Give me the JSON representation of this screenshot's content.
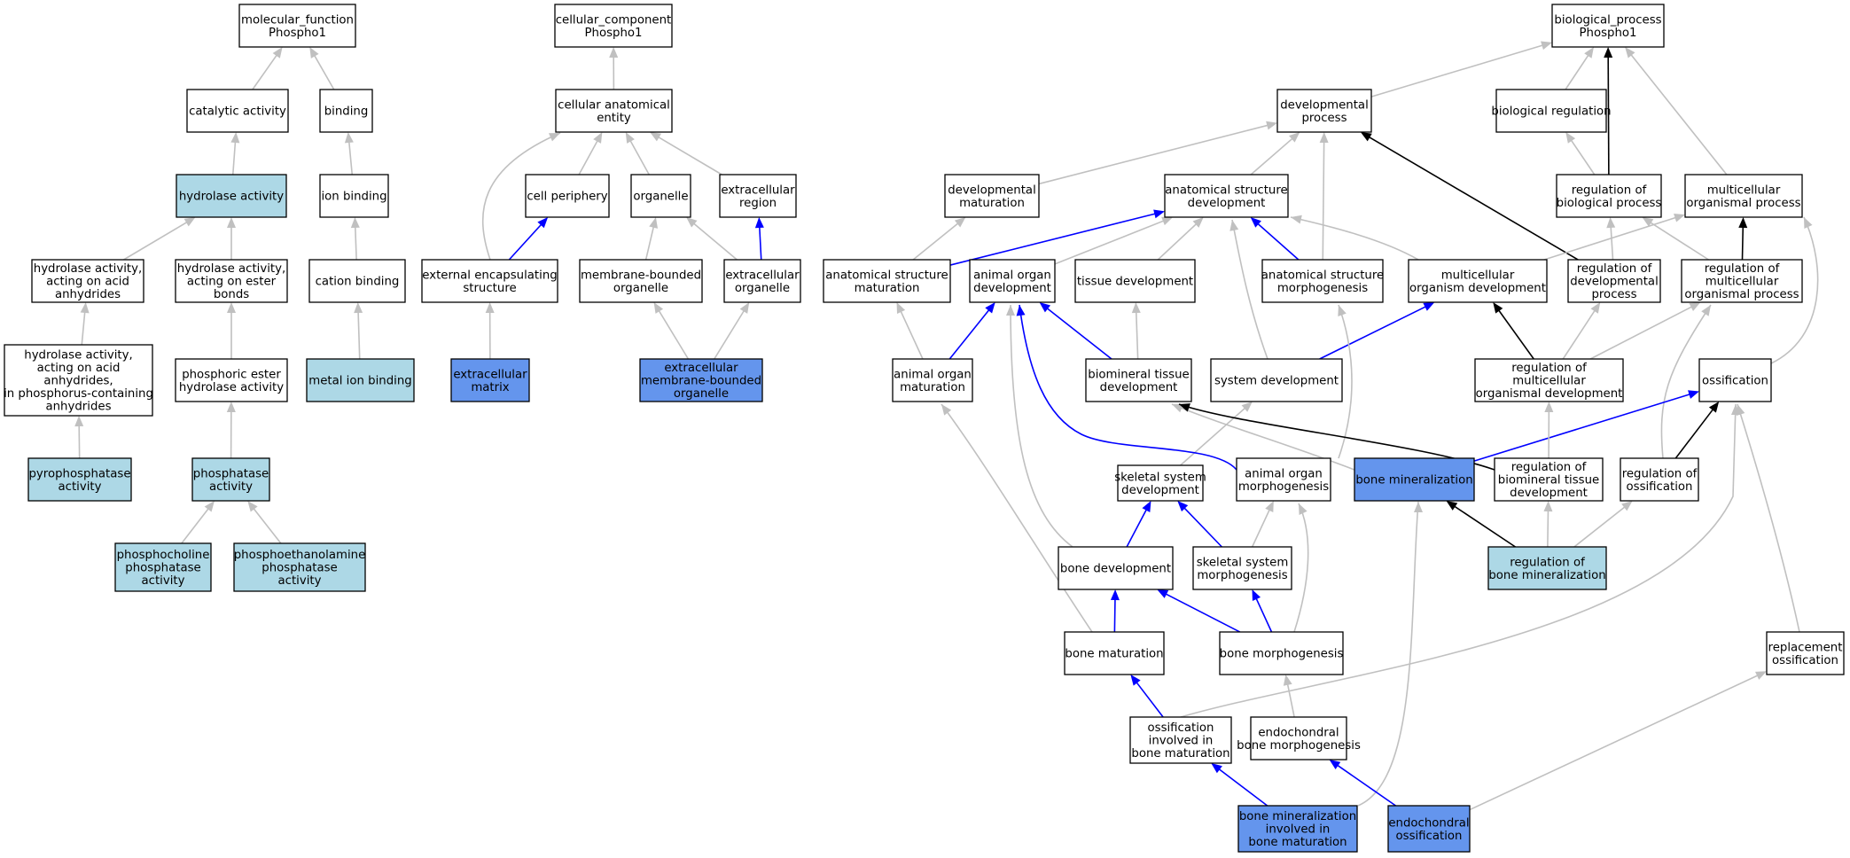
{
  "colors": {
    "plain": "#ffffff",
    "annotated": "#add8e6",
    "target": "#6495ed",
    "is_a": "#c0c0c0",
    "part_of": "#0000ff",
    "regulates": "#000000"
  },
  "nodes": [
    {
      "id": "mf",
      "lines": [
        "molecular_function",
        "Phospho1"
      ],
      "style": "plain"
    },
    {
      "id": "cat",
      "lines": [
        "catalytic activity"
      ],
      "style": "plain"
    },
    {
      "id": "bind",
      "lines": [
        "binding"
      ],
      "style": "plain"
    },
    {
      "id": "hyd",
      "lines": [
        "hydrolase activity"
      ],
      "style": "annotated"
    },
    {
      "id": "ionb",
      "lines": [
        "ion binding"
      ],
      "style": "plain"
    },
    {
      "id": "hydaa",
      "lines": [
        "hydrolase activity,",
        "acting on acid",
        "anhydrides"
      ],
      "style": "plain"
    },
    {
      "id": "hydeb",
      "lines": [
        "hydrolase activity,",
        "acting on ester",
        "bonds"
      ],
      "style": "plain"
    },
    {
      "id": "catb",
      "lines": [
        "cation binding"
      ],
      "style": "plain"
    },
    {
      "id": "hydpca",
      "lines": [
        "hydrolase activity,",
        "acting on acid",
        "anhydrides,",
        "in phosphorus-containing",
        "anhydrides"
      ],
      "style": "plain"
    },
    {
      "id": "phe",
      "lines": [
        "phosphoric ester",
        "hydrolase activity"
      ],
      "style": "plain"
    },
    {
      "id": "metb",
      "lines": [
        "metal ion binding"
      ],
      "style": "annotated"
    },
    {
      "id": "pyro",
      "lines": [
        "pyrophosphatase",
        "activity"
      ],
      "style": "annotated"
    },
    {
      "id": "phos",
      "lines": [
        "phosphatase",
        "activity"
      ],
      "style": "annotated"
    },
    {
      "id": "pcho",
      "lines": [
        "phosphocholine",
        "phosphatase",
        "activity"
      ],
      "style": "annotated"
    },
    {
      "id": "peth",
      "lines": [
        "phosphoethanolamine",
        "phosphatase",
        "activity"
      ],
      "style": "annotated"
    },
    {
      "id": "cc",
      "lines": [
        "cellular_component",
        "Phospho1"
      ],
      "style": "plain"
    },
    {
      "id": "cae",
      "lines": [
        "cellular anatomical",
        "entity"
      ],
      "style": "plain"
    },
    {
      "id": "cper",
      "lines": [
        "cell periphery"
      ],
      "style": "plain"
    },
    {
      "id": "org",
      "lines": [
        "organelle"
      ],
      "style": "plain"
    },
    {
      "id": "exreg",
      "lines": [
        "extracellular",
        "region"
      ],
      "style": "plain"
    },
    {
      "id": "ees",
      "lines": [
        "external encapsulating",
        "structure"
      ],
      "style": "plain"
    },
    {
      "id": "mbo",
      "lines": [
        "membrane-bounded",
        "organelle"
      ],
      "style": "plain"
    },
    {
      "id": "exorg",
      "lines": [
        "extracellular",
        "organelle"
      ],
      "style": "plain"
    },
    {
      "id": "ecm",
      "lines": [
        "extracellular",
        "matrix"
      ],
      "style": "target"
    },
    {
      "id": "embo",
      "lines": [
        "extracellular",
        "membrane-bounded",
        "organelle"
      ],
      "style": "target"
    },
    {
      "id": "bp",
      "lines": [
        "biological_process",
        "Phospho1"
      ],
      "style": "plain"
    },
    {
      "id": "devp",
      "lines": [
        "developmental",
        "process"
      ],
      "style": "plain"
    },
    {
      "id": "breg",
      "lines": [
        "biological regulation"
      ],
      "style": "plain"
    },
    {
      "id": "devmat",
      "lines": [
        "developmental",
        "maturation"
      ],
      "style": "plain"
    },
    {
      "id": "asd",
      "lines": [
        "anatomical structure",
        "development"
      ],
      "style": "plain"
    },
    {
      "id": "rbp",
      "lines": [
        "regulation of",
        "biological process"
      ],
      "style": "plain"
    },
    {
      "id": "mop",
      "lines": [
        "multicellular",
        "organismal process"
      ],
      "style": "plain"
    },
    {
      "id": "asm",
      "lines": [
        "anatomical structure",
        "maturation"
      ],
      "style": "plain"
    },
    {
      "id": "aod",
      "lines": [
        "animal organ",
        "development"
      ],
      "style": "plain"
    },
    {
      "id": "td",
      "lines": [
        "tissue development"
      ],
      "style": "plain"
    },
    {
      "id": "asmorph",
      "lines": [
        "anatomical structure",
        "morphogenesis"
      ],
      "style": "plain"
    },
    {
      "id": "mod",
      "lines": [
        "multicellular",
        "organism development"
      ],
      "style": "plain"
    },
    {
      "id": "rdp",
      "lines": [
        "regulation of",
        "developmental",
        "process"
      ],
      "style": "plain"
    },
    {
      "id": "rmop",
      "lines": [
        "regulation of",
        "multicellular",
        "organismal process"
      ],
      "style": "plain"
    },
    {
      "id": "aom",
      "lines": [
        "animal organ",
        "maturation"
      ],
      "style": "plain"
    },
    {
      "id": "btd",
      "lines": [
        "biomineral tissue",
        "development"
      ],
      "style": "plain"
    },
    {
      "id": "sd",
      "lines": [
        "system development"
      ],
      "style": "plain"
    },
    {
      "id": "rmod",
      "lines": [
        "regulation of",
        "multicellular",
        "organismal development"
      ],
      "style": "plain"
    },
    {
      "id": "oss",
      "lines": [
        "ossification"
      ],
      "style": "plain"
    },
    {
      "id": "ssd",
      "lines": [
        "skeletal system",
        "development"
      ],
      "style": "plain"
    },
    {
      "id": "aomorph",
      "lines": [
        "animal organ",
        "morphogenesis"
      ],
      "style": "plain"
    },
    {
      "id": "bmin",
      "lines": [
        "bone mineralization"
      ],
      "style": "target"
    },
    {
      "id": "rbtd",
      "lines": [
        "regulation of",
        "biomineral tissue",
        "development"
      ],
      "style": "plain"
    },
    {
      "id": "ross",
      "lines": [
        "regulation of",
        "ossification"
      ],
      "style": "plain"
    },
    {
      "id": "bd",
      "lines": [
        "bone development"
      ],
      "style": "plain"
    },
    {
      "id": "ssm",
      "lines": [
        "skeletal system",
        "morphogenesis"
      ],
      "style": "plain"
    },
    {
      "id": "rbm",
      "lines": [
        "regulation of",
        "bone mineralization"
      ],
      "style": "annotated"
    },
    {
      "id": "bmat",
      "lines": [
        "bone maturation"
      ],
      "style": "plain"
    },
    {
      "id": "bmorph",
      "lines": [
        "bone morphogenesis"
      ],
      "style": "plain"
    },
    {
      "id": "repl",
      "lines": [
        "replacement",
        "ossification"
      ],
      "style": "plain"
    },
    {
      "id": "oibm",
      "lines": [
        "ossification",
        "involved in",
        "bone maturation"
      ],
      "style": "plain"
    },
    {
      "id": "ebm",
      "lines": [
        "endochondral",
        "bone morphogenesis"
      ],
      "style": "plain"
    },
    {
      "id": "bmibm",
      "lines": [
        "bone mineralization",
        "involved in",
        "bone maturation"
      ],
      "style": "target"
    },
    {
      "id": "eo",
      "lines": [
        "endochondral",
        "ossification"
      ],
      "style": "target"
    }
  ],
  "edges": [
    {
      "from": "cat",
      "to": "mf",
      "type": "is_a"
    },
    {
      "from": "bind",
      "to": "mf",
      "type": "is_a"
    },
    {
      "from": "hyd",
      "to": "cat",
      "type": "is_a"
    },
    {
      "from": "ionb",
      "to": "bind",
      "type": "is_a"
    },
    {
      "from": "hydaa",
      "to": "hyd",
      "type": "is_a"
    },
    {
      "from": "hydeb",
      "to": "hyd",
      "type": "is_a"
    },
    {
      "from": "catb",
      "to": "ionb",
      "type": "is_a"
    },
    {
      "from": "hydpca",
      "to": "hydaa",
      "type": "is_a"
    },
    {
      "from": "phe",
      "to": "hydeb",
      "type": "is_a"
    },
    {
      "from": "metb",
      "to": "catb",
      "type": "is_a"
    },
    {
      "from": "pyro",
      "to": "hydpca",
      "type": "is_a"
    },
    {
      "from": "phos",
      "to": "phe",
      "type": "is_a"
    },
    {
      "from": "pcho",
      "to": "phos",
      "type": "is_a"
    },
    {
      "from": "peth",
      "to": "phos",
      "type": "is_a"
    },
    {
      "from": "cae",
      "to": "cc",
      "type": "is_a"
    },
    {
      "from": "cper",
      "to": "cae",
      "type": "is_a"
    },
    {
      "from": "org",
      "to": "cae",
      "type": "is_a"
    },
    {
      "from": "exreg",
      "to": "cae",
      "type": "is_a"
    },
    {
      "from": "ees",
      "to": "cae",
      "type": "is_a"
    },
    {
      "from": "ees",
      "to": "cper",
      "type": "part_of"
    },
    {
      "from": "mbo",
      "to": "org",
      "type": "is_a"
    },
    {
      "from": "exorg",
      "to": "org",
      "type": "is_a"
    },
    {
      "from": "exorg",
      "to": "exreg",
      "type": "part_of"
    },
    {
      "from": "ecm",
      "to": "ees",
      "type": "is_a"
    },
    {
      "from": "embo",
      "to": "mbo",
      "type": "is_a"
    },
    {
      "from": "embo",
      "to": "exorg",
      "type": "is_a"
    },
    {
      "from": "devp",
      "to": "bp",
      "type": "is_a"
    },
    {
      "from": "breg",
      "to": "bp",
      "type": "is_a"
    },
    {
      "from": "rbp",
      "to": "bp",
      "type": "regulates"
    },
    {
      "from": "mop",
      "to": "bp",
      "type": "is_a"
    },
    {
      "from": "devmat",
      "to": "devp",
      "type": "is_a"
    },
    {
      "from": "asd",
      "to": "devp",
      "type": "is_a"
    },
    {
      "from": "asmorph",
      "to": "devp",
      "type": "is_a"
    },
    {
      "from": "rdp",
      "to": "devp",
      "type": "regulates"
    },
    {
      "from": "rbp",
      "to": "breg",
      "type": "is_a"
    },
    {
      "from": "asm",
      "to": "devmat",
      "type": "is_a"
    },
    {
      "from": "asm",
      "to": "asd",
      "type": "part_of"
    },
    {
      "from": "aod",
      "to": "asd",
      "type": "is_a"
    },
    {
      "from": "td",
      "to": "asd",
      "type": "is_a"
    },
    {
      "from": "asmorph",
      "to": "asd",
      "type": "part_of"
    },
    {
      "from": "mod",
      "to": "asd",
      "type": "is_a"
    },
    {
      "from": "sd",
      "to": "asd",
      "type": "is_a"
    },
    {
      "from": "mod",
      "to": "mop",
      "type": "is_a"
    },
    {
      "from": "rdp",
      "to": "rbp",
      "type": "is_a"
    },
    {
      "from": "rmop",
      "to": "rbp",
      "type": "is_a"
    },
    {
      "from": "rmop",
      "to": "mop",
      "type": "regulates"
    },
    {
      "from": "oss",
      "to": "mop",
      "type": "is_a"
    },
    {
      "from": "aom",
      "to": "asm",
      "type": "is_a"
    },
    {
      "from": "aom",
      "to": "aod",
      "type": "part_of"
    },
    {
      "from": "btd",
      "to": "aod",
      "type": "part_of"
    },
    {
      "from": "btd",
      "to": "td",
      "type": "is_a"
    },
    {
      "from": "sd",
      "to": "mod",
      "type": "part_of"
    },
    {
      "from": "rmod",
      "to": "mod",
      "type": "regulates"
    },
    {
      "from": "rmod",
      "to": "rdp",
      "type": "is_a"
    },
    {
      "from": "rmod",
      "to": "rmop",
      "type": "is_a"
    },
    {
      "from": "ross",
      "to": "rmop",
      "type": "is_a"
    },
    {
      "from": "ross",
      "to": "oss",
      "type": "regulates"
    },
    {
      "from": "ssd",
      "to": "sd",
      "type": "is_a"
    },
    {
      "from": "aomorph",
      "to": "aod",
      "type": "part_of"
    },
    {
      "from": "aomorph",
      "to": "asmorph",
      "type": "is_a"
    },
    {
      "from": "bmin",
      "to": "btd",
      "type": "is_a"
    },
    {
      "from": "bmin",
      "to": "oss",
      "type": "part_of"
    },
    {
      "from": "rbtd",
      "to": "btd",
      "type": "regulates"
    },
    {
      "from": "rbtd",
      "to": "rmod",
      "type": "is_a"
    },
    {
      "from": "bd",
      "to": "aod",
      "type": "is_a"
    },
    {
      "from": "bd",
      "to": "ssd",
      "type": "part_of"
    },
    {
      "from": "ssm",
      "to": "ssd",
      "type": "part_of"
    },
    {
      "from": "ssm",
      "to": "aomorph",
      "type": "is_a"
    },
    {
      "from": "rbm",
      "to": "bmin",
      "type": "regulates"
    },
    {
      "from": "rbm",
      "to": "rbtd",
      "type": "is_a"
    },
    {
      "from": "rbm",
      "to": "ross",
      "type": "is_a"
    },
    {
      "from": "bmat",
      "to": "aom",
      "type": "is_a"
    },
    {
      "from": "bmat",
      "to": "bd",
      "type": "part_of"
    },
    {
      "from": "bmorph",
      "to": "bd",
      "type": "part_of"
    },
    {
      "from": "bmorph",
      "to": "ssm",
      "type": "part_of"
    },
    {
      "from": "bmorph",
      "to": "aomorph",
      "type": "is_a"
    },
    {
      "from": "repl",
      "to": "oss",
      "type": "is_a"
    },
    {
      "from": "oibm",
      "to": "bmat",
      "type": "part_of"
    },
    {
      "from": "oibm",
      "to": "oss",
      "type": "is_a"
    },
    {
      "from": "ebm",
      "to": "bmorph",
      "type": "is_a"
    },
    {
      "from": "bmibm",
      "to": "oibm",
      "type": "part_of"
    },
    {
      "from": "bmibm",
      "to": "bmin",
      "type": "is_a"
    },
    {
      "from": "eo",
      "to": "ebm",
      "type": "part_of"
    },
    {
      "from": "eo",
      "to": "repl",
      "type": "is_a"
    }
  ]
}
